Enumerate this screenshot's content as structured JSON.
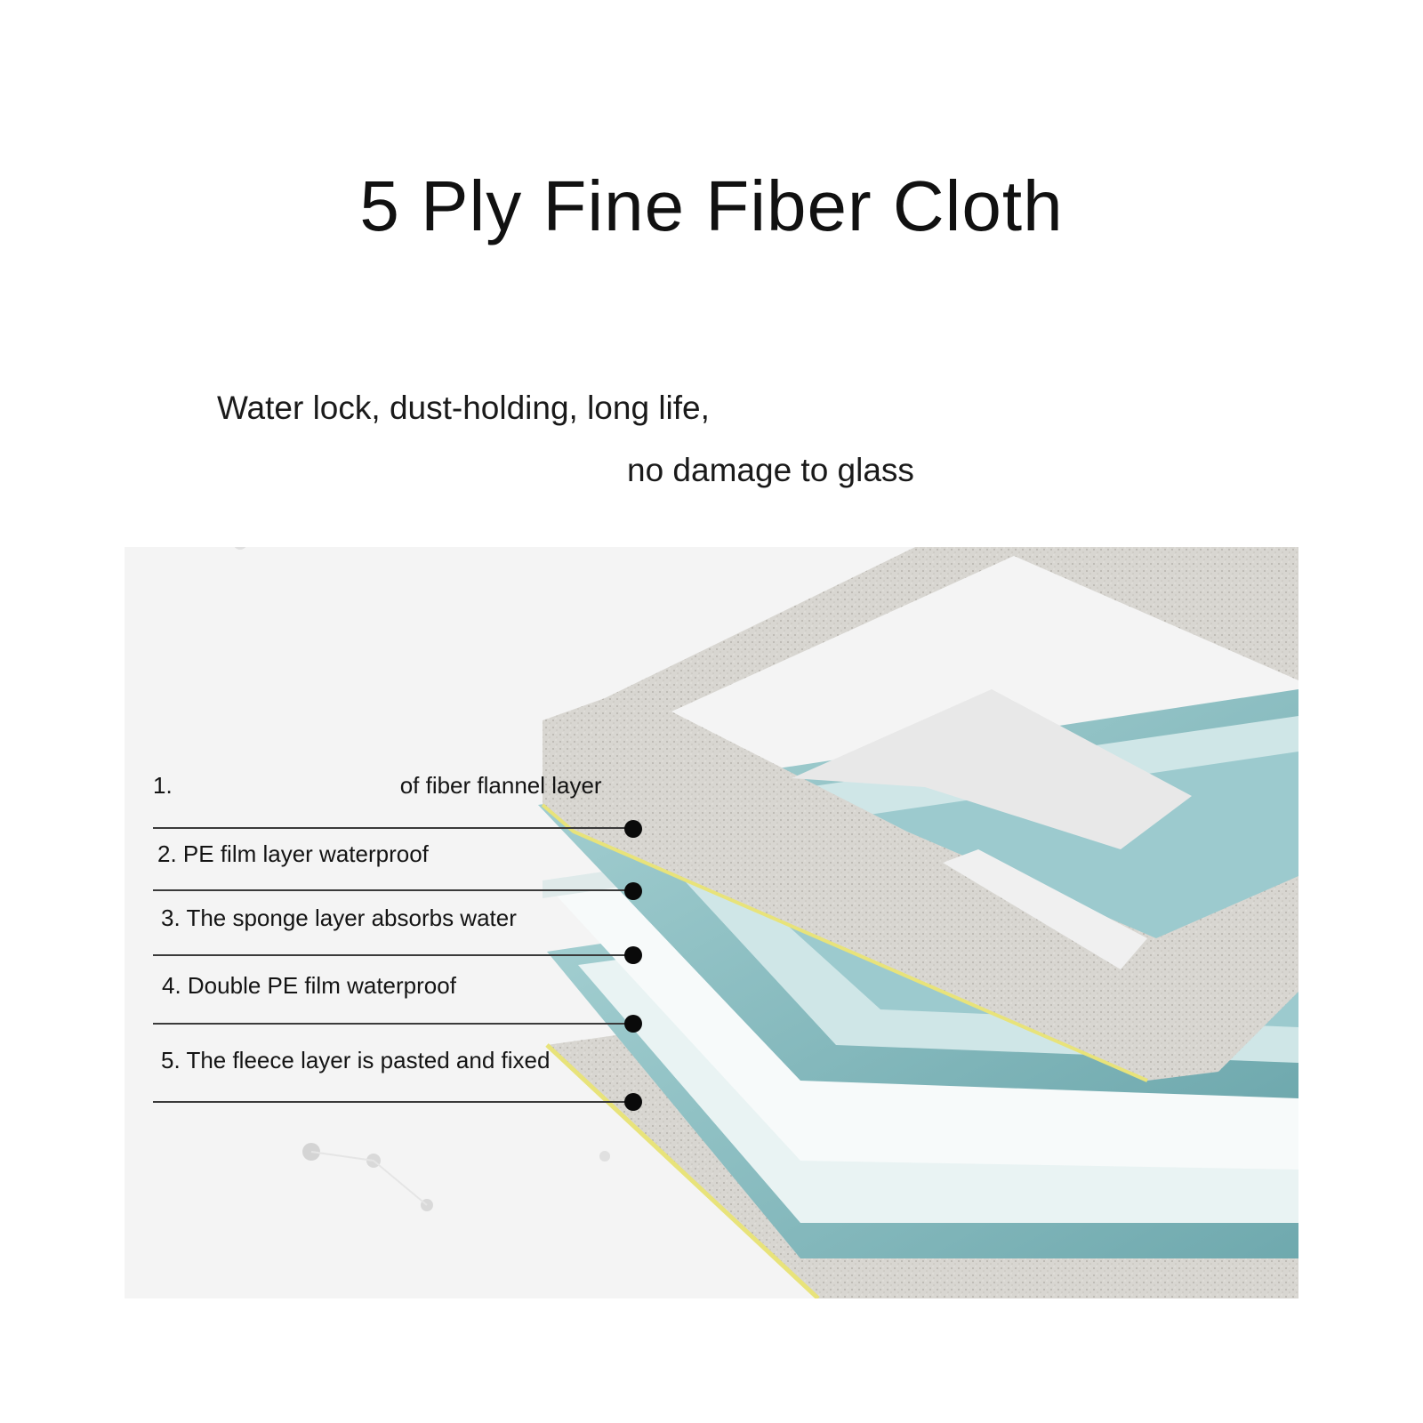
{
  "title": "5 Ply Fine Fiber Cloth",
  "tagline": {
    "line1": "Water lock, dust-holding, long life,",
    "line2": "no damage to glass"
  },
  "layers": [
    {
      "number": "1.",
      "text": "of fiber flannel layer"
    },
    {
      "number": "",
      "text": "2. PE film layer waterproof"
    },
    {
      "number": "",
      "text": "3. The sponge layer absorbs water"
    },
    {
      "number": "",
      "text": "4. Double PE film waterproof"
    },
    {
      "number": "",
      "text": "5. The fleece layer is pasted and fixed"
    }
  ],
  "colors": {
    "background": "#ffffff",
    "panel": "#f4f4f4",
    "fabric": "#d9d7d2",
    "film_teal": "#8fc0c4",
    "sponge_white": "#f7fafa",
    "accent_yellow": "#e8e37a",
    "leader_line": "#3a3a3a",
    "dot": "#0a0a0a"
  }
}
